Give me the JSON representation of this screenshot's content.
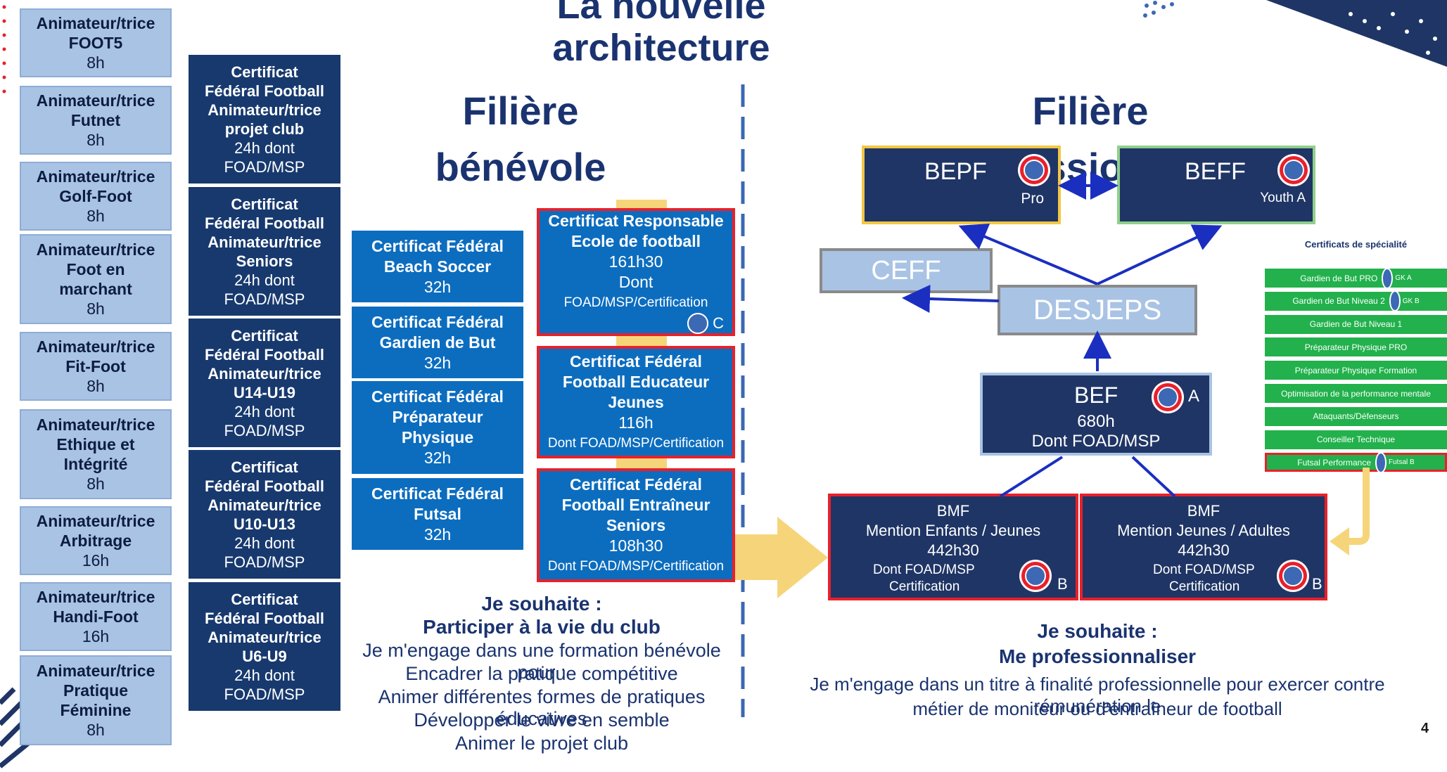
{
  "main_title": "La nouvelle architecture",
  "left_column": [
    {
      "lines": [
        "Animateur/trice",
        "FOOT5"
      ],
      "hours": "8h"
    },
    {
      "lines": [
        "Animateur/trice",
        "Futnet"
      ],
      "hours": "8h"
    },
    {
      "lines": [
        "Animateur/trice",
        "Golf-Foot"
      ],
      "hours": "8h"
    },
    {
      "lines": [
        "Animateur/trice",
        "Foot en",
        "marchant"
      ],
      "hours": "8h"
    },
    {
      "lines": [
        "Animateur/trice",
        "Fit-Foot"
      ],
      "hours": "8h"
    },
    {
      "lines": [
        "Animateur/trice",
        "Ethique et",
        "Intégrité"
      ],
      "hours": "8h"
    },
    {
      "lines": [
        "Animateur/trice",
        "Arbitrage"
      ],
      "hours": "16h"
    },
    {
      "lines": [
        "Animateur/trice",
        "Handi-Foot"
      ],
      "hours": "16h"
    },
    {
      "lines": [
        "Animateur/trice",
        "Pratique",
        "Féminine"
      ],
      "hours": "8h"
    }
  ],
  "cff_column": [
    {
      "bold": [
        "Certificat",
        "Fédéral Football",
        "Animateur/trice",
        "projet club"
      ],
      "detail": [
        "24h dont",
        "FOAD/MSP"
      ]
    },
    {
      "bold": [
        "Certificat",
        "Fédéral Football",
        "Animateur/trice",
        "Seniors"
      ],
      "detail": [
        "24h dont",
        "FOAD/MSP"
      ]
    },
    {
      "bold": [
        "Certificat",
        "Fédéral Football",
        "Animateur/trice",
        "U14-U19"
      ],
      "detail": [
        "24h dont",
        "FOAD/MSP"
      ]
    },
    {
      "bold": [
        "Certificat",
        "Fédéral Football",
        "Animateur/trice",
        "U10-U13"
      ],
      "detail": [
        "24h dont",
        "FOAD/MSP"
      ]
    },
    {
      "bold": [
        "Certificat",
        "Fédéral Football",
        "Animateur/trice",
        "U6-U9"
      ],
      "detail": [
        "24h dont",
        "FOAD/MSP"
      ]
    }
  ],
  "benevole": {
    "heading": "Filière bénévole",
    "middle": [
      {
        "bold": [
          "Certificat Fédéral",
          "Beach Soccer"
        ],
        "hours": "32h"
      },
      {
        "bold": [
          "Certificat Fédéral",
          "Gardien de But"
        ],
        "hours": "32h"
      },
      {
        "bold": [
          "Certificat Fédéral",
          "Préparateur",
          "Physique"
        ],
        "hours": "32h"
      },
      {
        "bold": [
          "Certificat Fédéral",
          "Futsal"
        ],
        "hours": "32h"
      }
    ],
    "red": [
      {
        "bold": [
          "Certificat Responsable",
          "Ecole de football"
        ],
        "lines": [
          "161h30",
          "Dont"
        ],
        "small": "FOAD/MSP/Certification",
        "badge": "C"
      },
      {
        "bold": [
          "Certificat Fédéral",
          "Football Educateur",
          "Jeunes"
        ],
        "lines": [
          "116h"
        ],
        "small": "Dont FOAD/MSP/Certification"
      },
      {
        "bold": [
          "Certificat Fédéral",
          "Football Entraîneur",
          "Seniors"
        ],
        "lines": [
          "108h30"
        ],
        "small": "Dont FOAD/MSP/Certification"
      }
    ],
    "wish_title_1": "Je souhaite :",
    "wish_title_2": "Participer à la vie du club",
    "wish_lines": [
      "Je m'engage dans une formation bénévole pour :",
      "Encadrer la pratique compétitive",
      "Animer différentes formes de pratiques éducatives",
      "Développer le vivre en semble",
      "Animer le projet club"
    ]
  },
  "pro": {
    "heading": "Filière Professionnelle",
    "bepf": {
      "name": "BEPF",
      "sub": "Pro"
    },
    "beff": {
      "name": "BEFF",
      "sub": "Youth A"
    },
    "ceff": "CEFF",
    "desjeps": "DESJEPS",
    "bef": {
      "name": "BEF",
      "badge": "A",
      "hours": "680h",
      "detail": "Dont FOAD/MSP"
    },
    "bmf1": {
      "lines": [
        "BMF",
        "Mention Enfants / Jeunes",
        "442h30"
      ],
      "small": [
        "Dont FOAD/MSP",
        "Certification"
      ],
      "badge": "B"
    },
    "bmf2": {
      "lines": [
        "BMF",
        "Mention Jeunes / Adultes",
        "442h30"
      ],
      "small": [
        "Dont FOAD/MSP",
        "Certification"
      ],
      "badge": "B"
    },
    "wish_title_1": "Je souhaite :",
    "wish_title_2": "Me professionnaliser",
    "wish_lines": [
      "Je m'engage dans un titre à finalité professionnelle pour exercer contre rémunération le",
      "métier de moniteur ou d'entraîneur de football"
    ]
  },
  "specialty": {
    "title": "Certificats de spécialité",
    "items": [
      {
        "label": "Gardien de But PRO",
        "tag": "GK A"
      },
      {
        "label": "Gardien de But Niveau 2",
        "tag": "GK B"
      },
      {
        "label": "Gardien de But Niveau 1",
        "tag": ""
      },
      {
        "label": "Préparateur Physique PRO",
        "tag": ""
      },
      {
        "label": "Préparateur Physique Formation",
        "tag": ""
      },
      {
        "label": "Optimisation de la performance mentale",
        "tag": ""
      },
      {
        "label": "Attaquants/Défenseurs",
        "tag": ""
      },
      {
        "label": "Conseiller Technique",
        "tag": ""
      },
      {
        "label": "Futsal Performance",
        "tag": "Futsal B"
      }
    ]
  },
  "page_number": "4",
  "colors": {
    "navy": "#1f3565",
    "light_blue": "#a9c3e4",
    "mid_blue": "#0c6dbf",
    "red": "#e8202a",
    "green": "#22b14c",
    "arrow_yellow": "#f6d57a"
  }
}
